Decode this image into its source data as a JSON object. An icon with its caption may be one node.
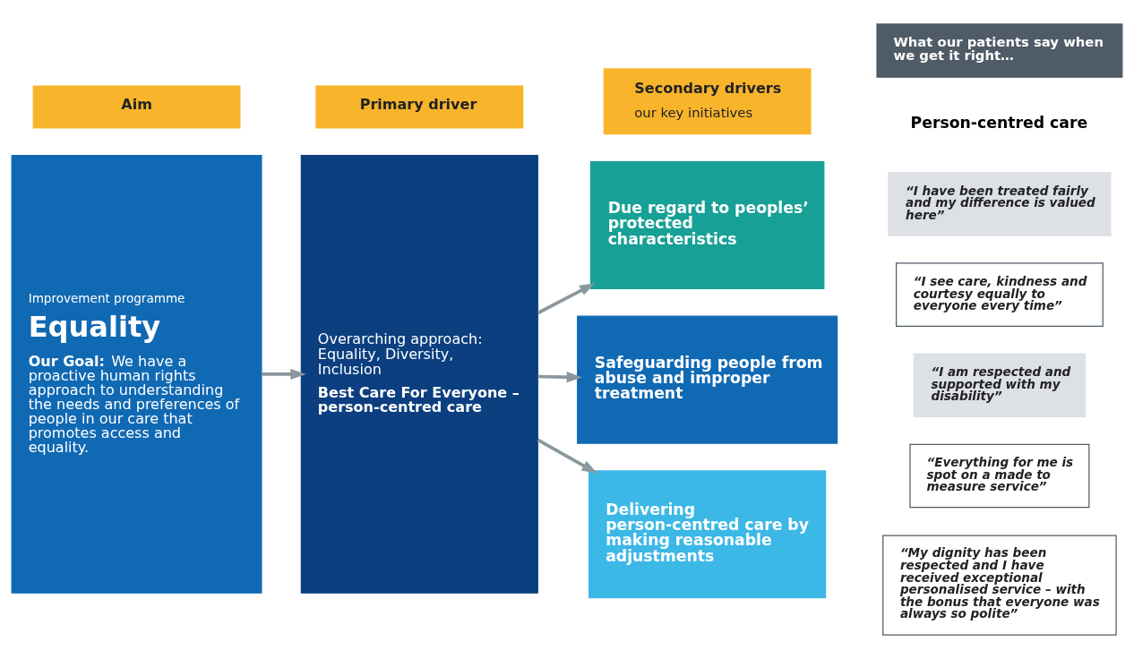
{
  "diagram": {
    "nodes": [
      {
        "text": [
          "Aim"
        ]
      },
      {
        "text": [
          "Primary driver"
        ]
      },
      {
        "text": [
          "Secondary drivers",
          "our key initiatives"
        ]
      },
      {
        "text": [
          "What our patients say when we get it right…"
        ]
      },
      {
        "text": [
          "Improvement programme",
          "Equality",
          "**Our Goal:** We have a proactive human rights approach to understanding the needs and preferences of people in our care that promotes access and equality."
        ]
      },
      {
        "text": [
          "Overarching approach: Equality, Diversity, Inclusion",
          "Best Care For Everyone – person-centred care"
        ]
      },
      {
        "text": [
          "Due regard to peoples’ protected characteristics"
        ]
      },
      {
        "text": [
          "Safeguarding people from abuse and improper treatment"
        ]
      },
      {
        "text": [
          "Delivering person-centred care by making reasonable adjustments"
        ]
      },
      {
        "text": [
          "“I have been treated fairly and my difference is valued here”"
        ]
      },
      {
        "text": [
          "“I see care, kindness and courtesy equally to everyone every time”"
        ]
      },
      {
        "text": [
          "“I am respected and supported with my disability”"
        ]
      },
      {
        "text": [
          "“Everything for me is spot on a made to measure service”"
        ]
      },
      {
        "text": [
          "“My dignity has been respected and I have received exceptional personalised service – with the bonus that everyone was always so polite”"
        ]
      }
    ],
    "edges": [
      {
        "from": 4,
        "to": 5,
        "arrow": "to"
      },
      {
        "from": 5,
        "to": 6,
        "arrow": "to"
      },
      {
        "from": 5,
        "to": 7,
        "arrow": "to"
      },
      {
        "from": 5,
        "to": 8,
        "arrow": "to"
      }
    ],
    "labels": [
      "Person-centred care"
    ]
  }
}
